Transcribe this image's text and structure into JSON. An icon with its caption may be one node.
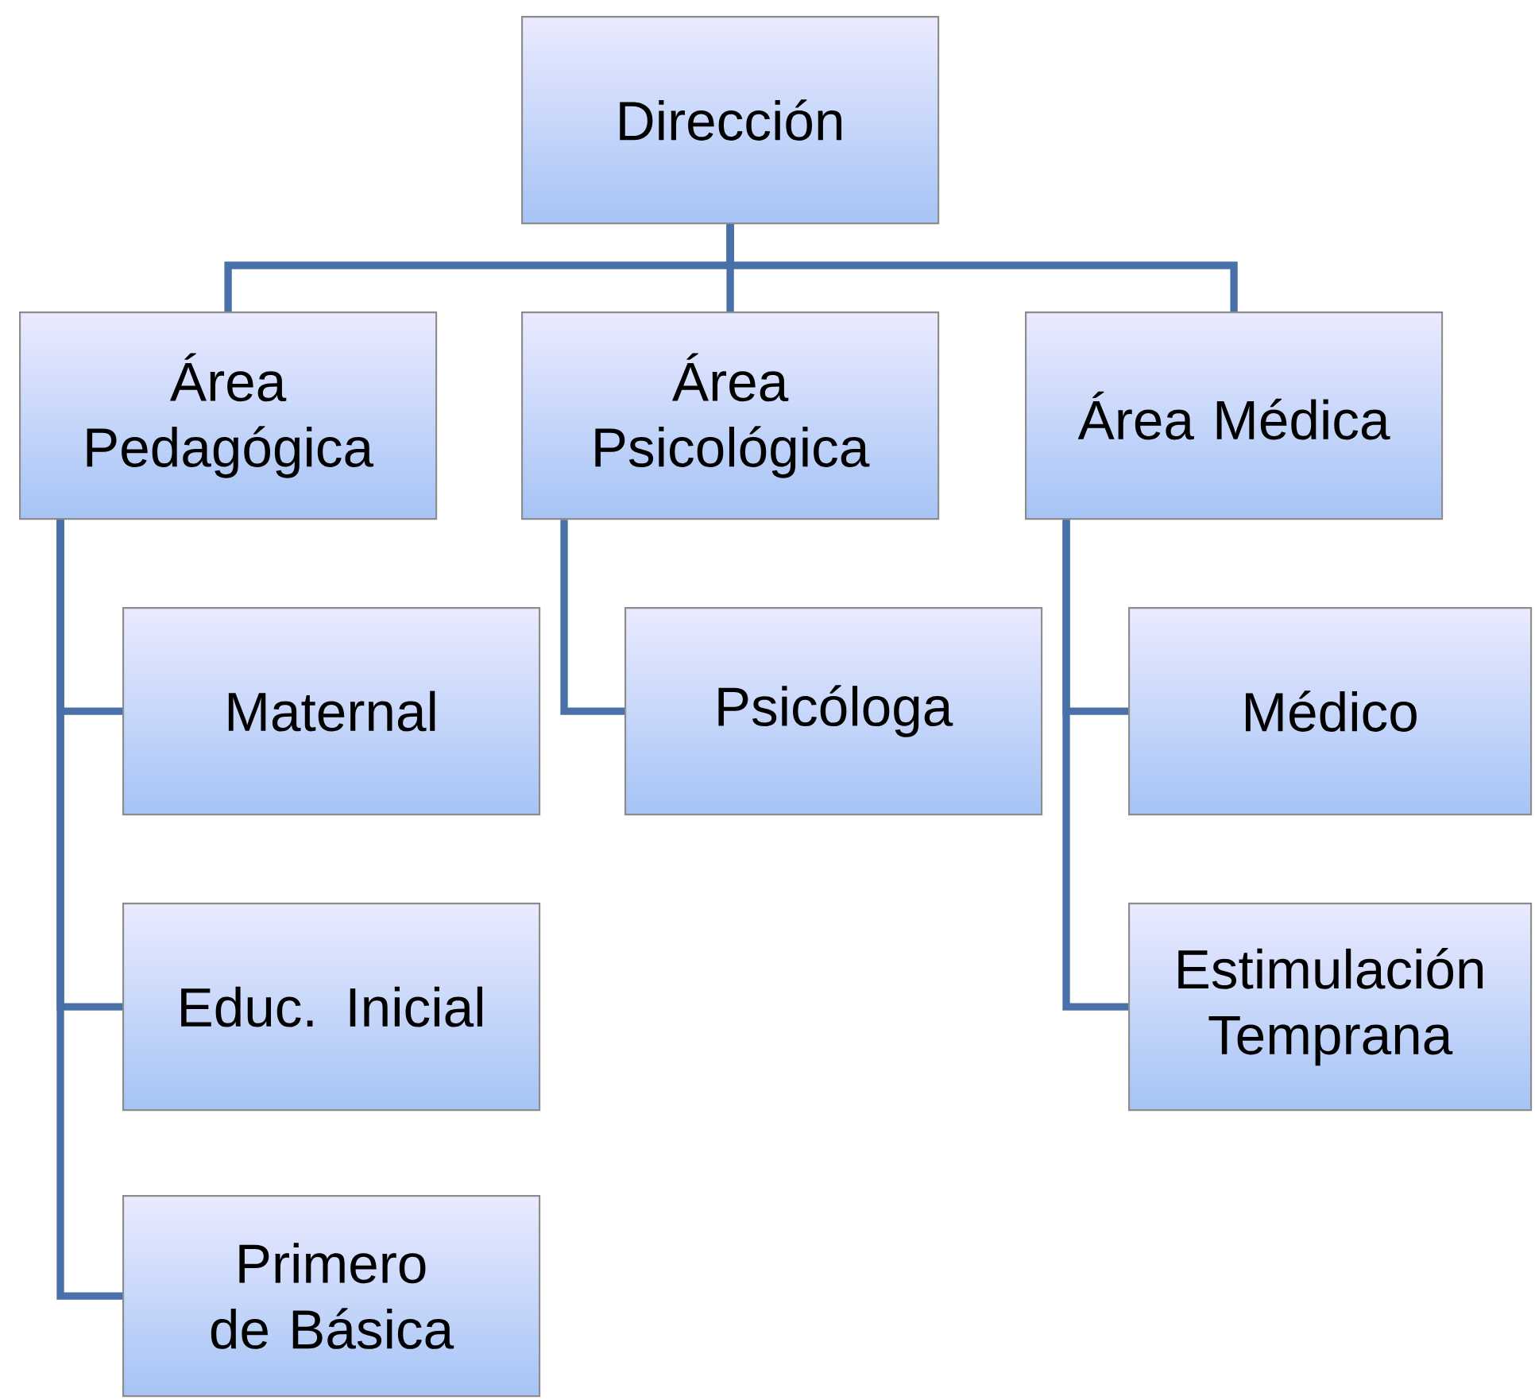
{
  "diagram": {
    "nodes": [
      {
        "text": [
          "Dirección"
        ]
      },
      {
        "text": [
          "Área Pedagógica"
        ]
      },
      {
        "text": [
          "Área Psicológica"
        ]
      },
      {
        "text": [
          "Área Médica"
        ]
      },
      {
        "text": [
          "Maternal"
        ]
      },
      {
        "text": [
          "Educ. Inicial"
        ]
      },
      {
        "text": [
          "Primero de Básica"
        ]
      },
      {
        "text": [
          "Psicóloga"
        ]
      },
      {
        "text": [
          "Médico"
        ]
      },
      {
        "text": [
          "Estimulación Temprana"
        ]
      }
    ],
    "edges": [
      {
        "from": 0,
        "to": 1,
        "arrow": "none"
      },
      {
        "from": 0,
        "to": 2,
        "arrow": "none"
      },
      {
        "from": 0,
        "to": 3,
        "arrow": "none"
      },
      {
        "from": 1,
        "to": 4,
        "arrow": "none"
      },
      {
        "from": 1,
        "to": 5,
        "arrow": "none"
      },
      {
        "from": 1,
        "to": 6,
        "arrow": "none"
      },
      {
        "from": 2,
        "to": 7,
        "arrow": "none"
      },
      {
        "from": 3,
        "to": 8,
        "arrow": "none"
      },
      {
        "from": 3,
        "to": 9,
        "arrow": "none"
      }
    ]
  }
}
